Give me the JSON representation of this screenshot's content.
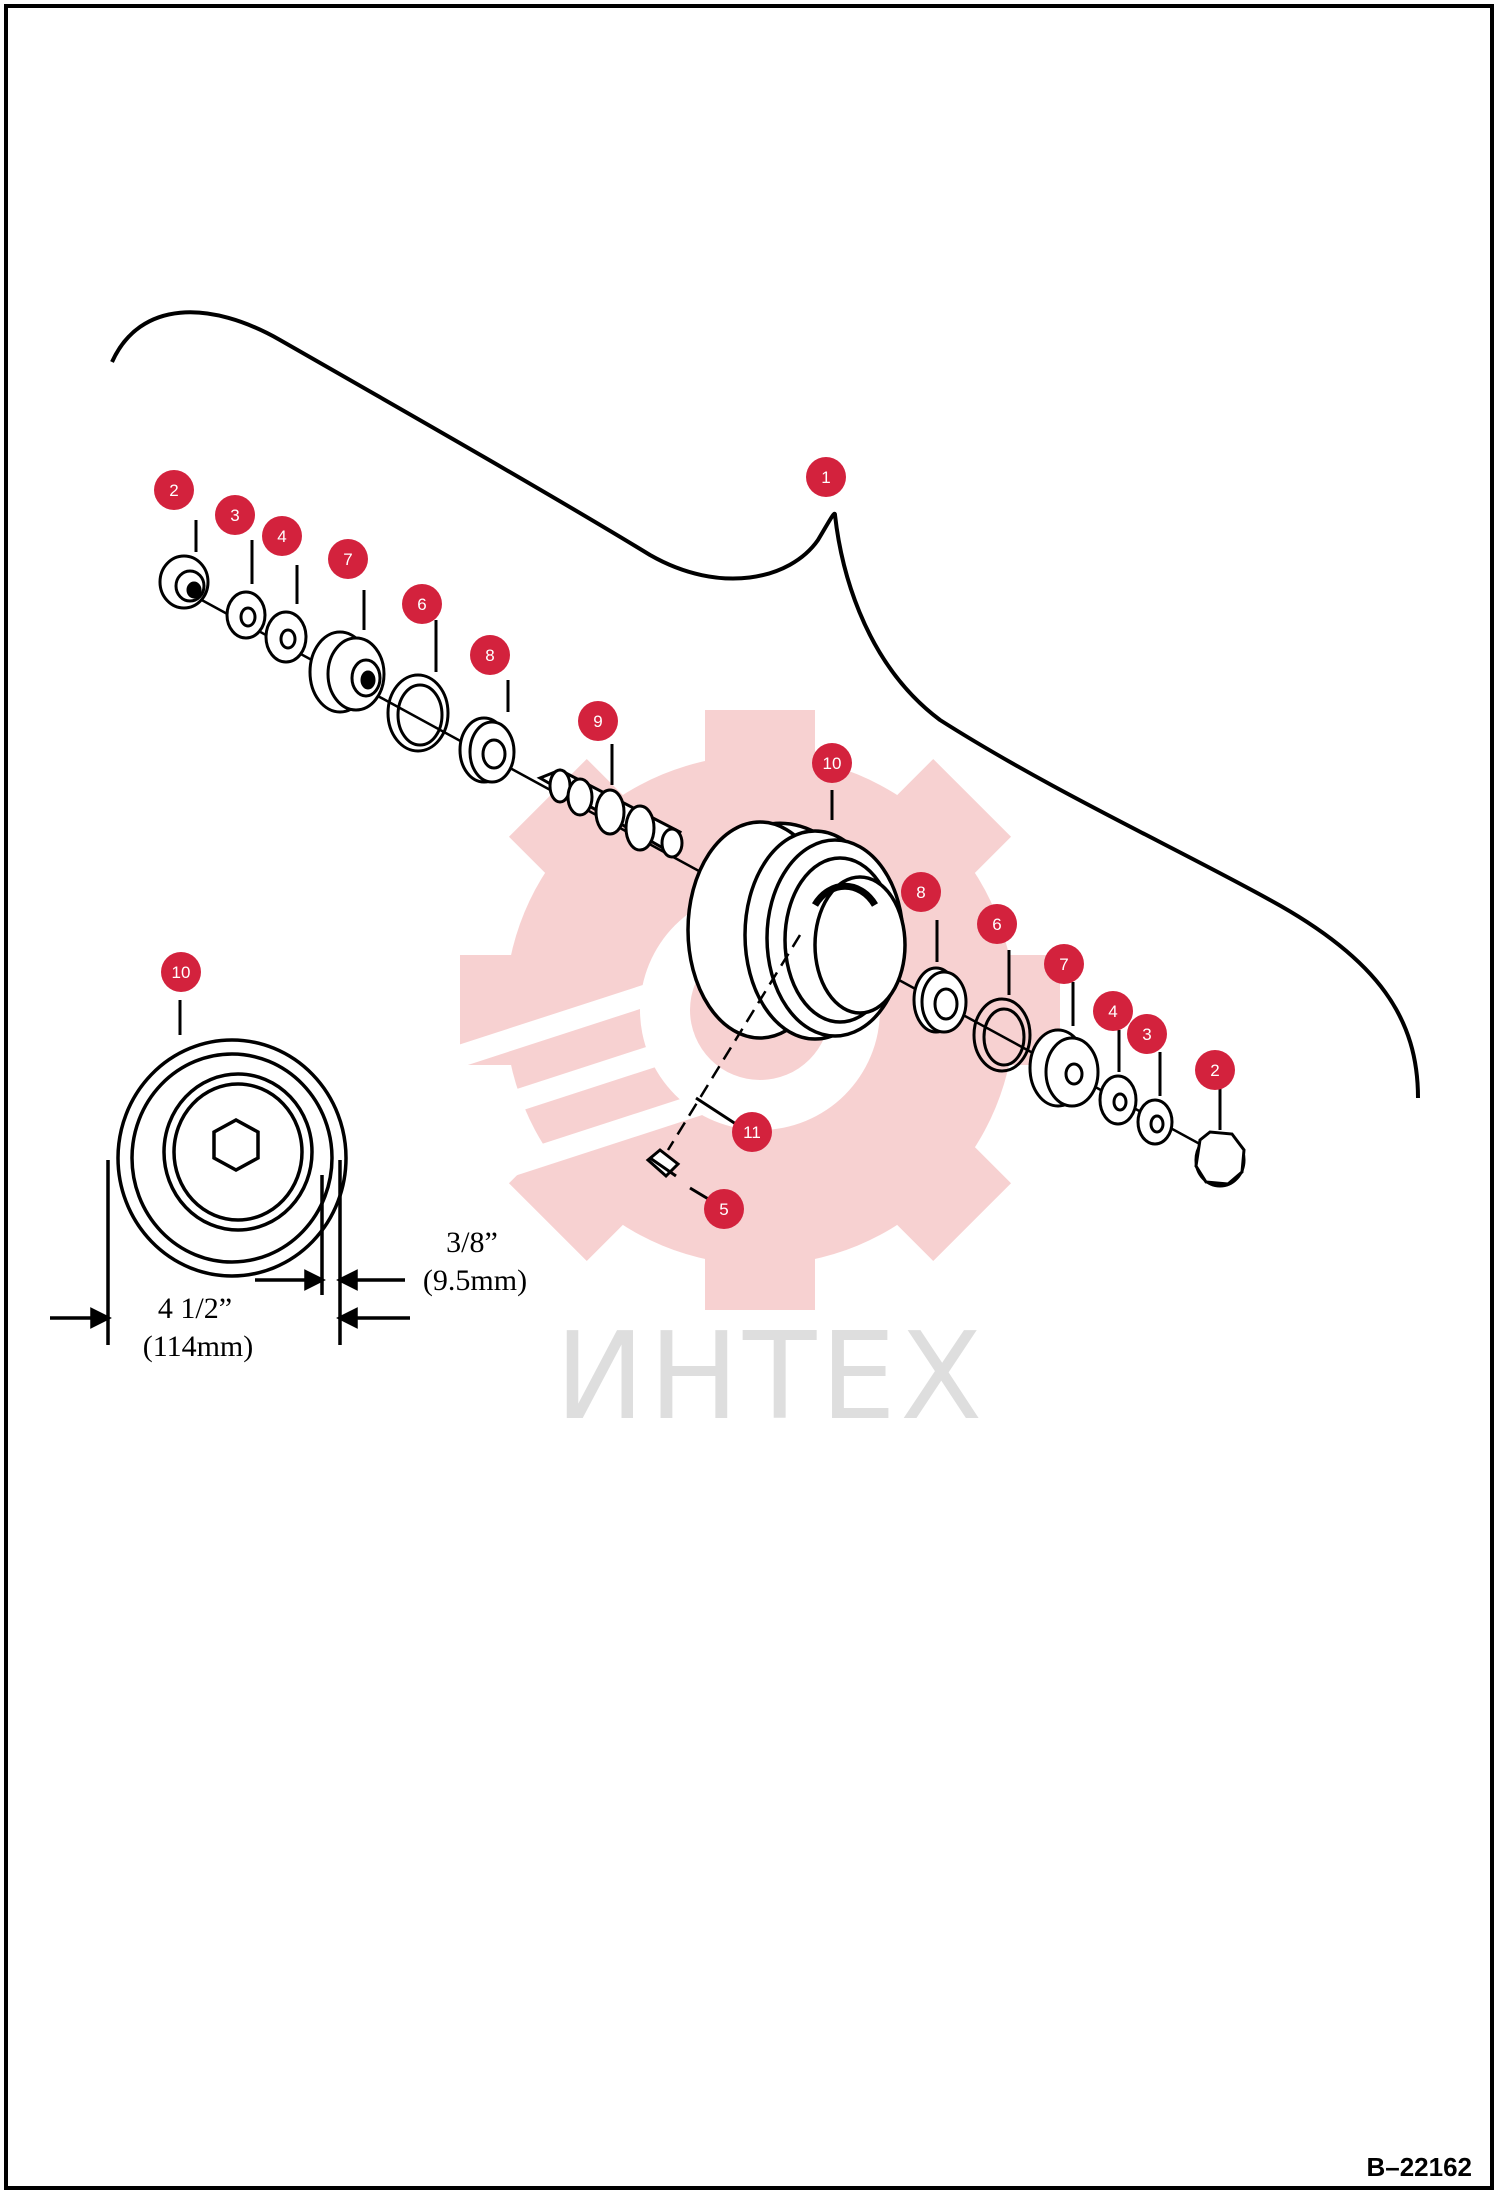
{
  "diagram": {
    "drawing_id": "B–22162",
    "watermark_text": "ИНТЕХ",
    "dimensions": {
      "outer_diameter": "4 1/2”",
      "outer_diameter_metric": "(114mm)",
      "flange_width": "3/8”",
      "flange_width_metric": "(9.5mm)"
    },
    "callouts": [
      {
        "id": "c1",
        "label": "1"
      },
      {
        "id": "c2a",
        "label": "2"
      },
      {
        "id": "c3a",
        "label": "3"
      },
      {
        "id": "c4a",
        "label": "4"
      },
      {
        "id": "c7a",
        "label": "7"
      },
      {
        "id": "c6a",
        "label": "6"
      },
      {
        "id": "c8a",
        "label": "8"
      },
      {
        "id": "c9",
        "label": "9"
      },
      {
        "id": "c10a",
        "label": "10"
      },
      {
        "id": "c8b",
        "label": "8"
      },
      {
        "id": "c6b",
        "label": "6"
      },
      {
        "id": "c7b",
        "label": "7"
      },
      {
        "id": "c4b",
        "label": "4"
      },
      {
        "id": "c3b",
        "label": "3"
      },
      {
        "id": "c2b",
        "label": "2"
      },
      {
        "id": "c11",
        "label": "11"
      },
      {
        "id": "c5",
        "label": "5"
      },
      {
        "id": "c10b",
        "label": "10"
      }
    ],
    "colors": {
      "callout": "#d3223d",
      "watermark": "#f6caca",
      "line": "#000000"
    }
  }
}
